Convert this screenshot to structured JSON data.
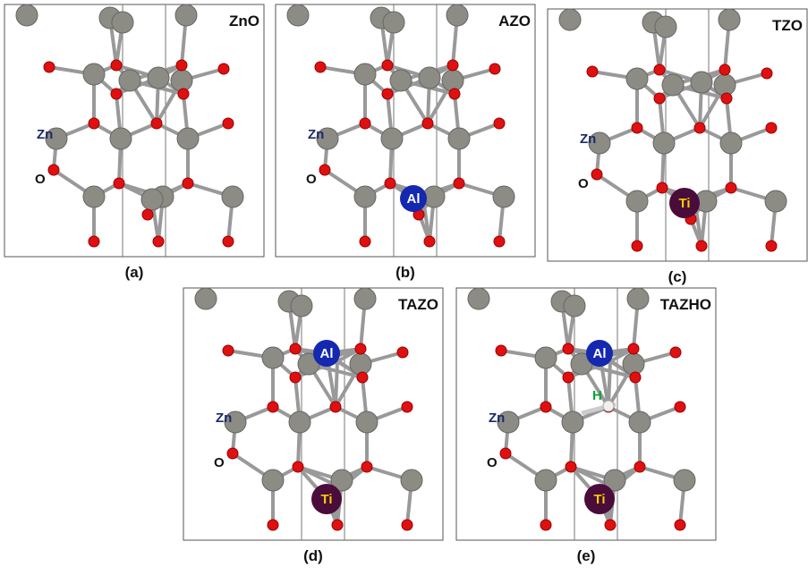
{
  "panels": [
    {
      "id": "a",
      "title": "ZnO",
      "caption": "(a)",
      "labels": {
        "zn": "Zn",
        "o": "O"
      }
    },
    {
      "id": "b",
      "title": "AZO",
      "caption": "(b)",
      "labels": {
        "zn": "Zn",
        "o": "O",
        "al": "Al"
      }
    },
    {
      "id": "c",
      "title": "TZO",
      "caption": "(c)",
      "labels": {
        "zn": "Zn",
        "o": "O",
        "ti": "Ti"
      }
    },
    {
      "id": "d",
      "title": "TAZO",
      "caption": "(d)",
      "labels": {
        "zn": "Zn",
        "o": "O",
        "al": "Al",
        "ti": "Ti"
      }
    },
    {
      "id": "e",
      "title": "TAZHO",
      "caption": "(e)",
      "labels": {
        "zn": "Zn",
        "o": "O",
        "al": "Al",
        "ti": "Ti",
        "h": "H"
      }
    }
  ],
  "colors": {
    "zn": "#8c8c84",
    "o": "#e01010",
    "al": "#1428b0",
    "ti": "#4a0c3a",
    "h": "#f0f0f0",
    "h_label": "#10a040",
    "zn_label": "#1a2a6a",
    "ti_label": "#f0d000"
  }
}
